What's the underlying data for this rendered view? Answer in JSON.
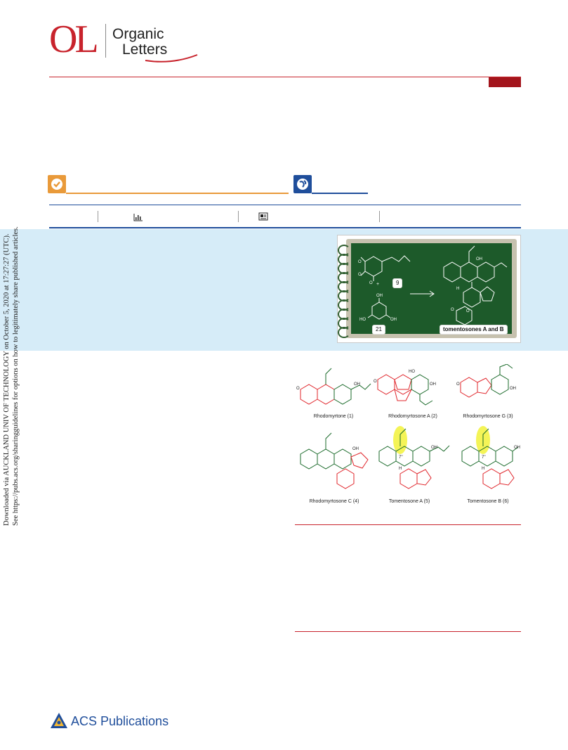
{
  "journal": {
    "mark": "OL",
    "name_line1": "Organic",
    "name_line2": "Letters"
  },
  "badges": {
    "check_icon": "check-icon",
    "globe_icon": "globe-icon"
  },
  "metrics_icons": [
    "bar-chart-icon",
    "article-icon"
  ],
  "toc_graphic": {
    "compound_9": "9",
    "compound_21": "21",
    "plus": "+",
    "products": "tomentosones A and B",
    "labels": [
      "O",
      "O",
      "O",
      "OH",
      "OH",
      "HO",
      "OH",
      "OH",
      "O",
      "O",
      "H",
      "O",
      "O"
    ]
  },
  "figure1": {
    "structures": [
      {
        "label": "Rhodomyrtone (1)"
      },
      {
        "label": "Rhodomyrtosone A  (2)"
      },
      {
        "label": "Rhodomyrtosone G (3)"
      },
      {
        "label": "Rhodomyrtosone C (4)"
      },
      {
        "label": "Tomentosone A (5)"
      },
      {
        "label": "Tomentosone B (6)"
      }
    ],
    "atom_labels": {
      "oh": "OH",
      "ho": "HO",
      "o": "O",
      "h": "H",
      "pos7": "7''"
    }
  },
  "download_notice": {
    "line1": "Downloaded via AUCKLAND UNIV OF TECHNOLOGY on October 5, 2020 at 17:27:27 (UTC).",
    "line2": "See https://pubs.acs.org/sharingguidelines for options on how to legitimately share published articles."
  },
  "footer": {
    "publisher": "ACS Publications"
  },
  "colors": {
    "brand_red": "#c8232c",
    "acs_blue": "#1f4e9b",
    "badge_orange": "#e99a3a",
    "abstract_bg": "#d6ecf8",
    "board_green": "#1d5a2a",
    "structure_red": "#e0242a",
    "structure_green": "#1a6a2a",
    "highlight_yellow": "#f2f23a"
  }
}
